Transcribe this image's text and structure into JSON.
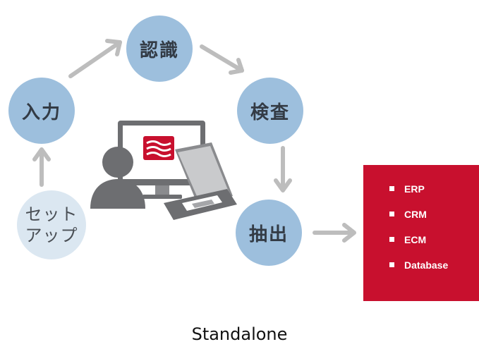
{
  "steps": {
    "ninshiki": "認識",
    "nyuryoku": "入力",
    "kensa": "検査",
    "chushutsu": "抽出",
    "setup_line1": "セット",
    "setup_line2": "アップ"
  },
  "targets": [
    "ERP",
    "CRM",
    "ECM",
    "Database"
  ],
  "caption": "Standalone",
  "colors": {
    "step_circle": "#9dbfdd",
    "setup_circle": "#dbe7f1",
    "arrow": "#bdbdbd",
    "target_box": "#c8102e",
    "logo_red": "#c8102e",
    "device_gray": "#6d6e71"
  },
  "icons": {
    "user": "user-silhouette-icon",
    "monitor": "monitor-icon",
    "scanner": "scanner-icon",
    "logo": "app-logo-icon"
  }
}
